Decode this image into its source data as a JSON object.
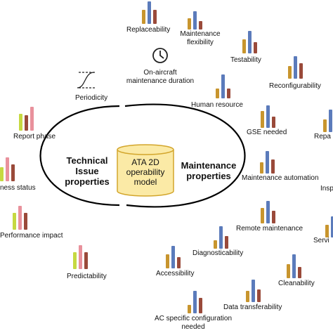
{
  "center": {
    "left_title": "Technical Issue properties",
    "right_title": "Maintenance properties",
    "model_lines": [
      "ATA 2D",
      "operability",
      "model"
    ]
  },
  "colors": {
    "olive": "#c8952e",
    "blue": "#5b7bbb",
    "brown": "#9a4a3a",
    "lime": "#c6d941",
    "pink": "#e9919c",
    "cylinder_fill": "#fbeaa6",
    "cylinder_stroke": "#d3a62c"
  },
  "left_items": [
    {
      "key": "periodicity",
      "label": "Periodicity",
      "icon": "s-curve-icon"
    },
    {
      "key": "report_phase",
      "label": "Report phase",
      "icon": "bar-chart-icon"
    },
    {
      "key": "readiness_status",
      "label": "ness status",
      "icon": "bar-chart-icon"
    },
    {
      "key": "performance_impact",
      "label": "Performance impact",
      "icon": "bar-chart-icon"
    },
    {
      "key": "predictability",
      "label": "Predictability",
      "icon": "bar-chart-icon"
    }
  ],
  "right_items": [
    {
      "key": "replaceability",
      "label": "Replaceability",
      "icon": "bar-chart-icon"
    },
    {
      "key": "maintenance_flexibility",
      "label": "Maintenance\nflexibility",
      "icon": "bar-chart-icon"
    },
    {
      "key": "testability",
      "label": "Testability",
      "icon": "bar-chart-icon"
    },
    {
      "key": "on_aircraft_duration",
      "label": "On-aircraft\nmaintenance duration",
      "icon": "clock-icon"
    },
    {
      "key": "reconfigurability",
      "label": "Reconfigurability",
      "icon": "bar-chart-icon"
    },
    {
      "key": "human_resource",
      "label": "Human resource",
      "icon": "bar-chart-icon"
    },
    {
      "key": "gse_needed",
      "label": "GSE needed",
      "icon": "bar-chart-icon"
    },
    {
      "key": "repairability",
      "label": "Repa",
      "icon": "bar-chart-icon"
    },
    {
      "key": "maintenance_automation",
      "label": "Maintenance automation",
      "icon": "bar-chart-icon"
    },
    {
      "key": "inspectability",
      "label": "Insp",
      "icon": "bar-chart-icon"
    },
    {
      "key": "remote_maintenance",
      "label": "Remote maintenance",
      "icon": "bar-chart-icon"
    },
    {
      "key": "serviceability",
      "label": "Servi",
      "icon": "bar-chart-icon"
    },
    {
      "key": "diagnosticability",
      "label": "Diagnosticability",
      "icon": "bar-chart-icon"
    },
    {
      "key": "accessibility",
      "label": "Accessibility",
      "icon": "bar-chart-icon"
    },
    {
      "key": "cleanability",
      "label": "Cleanability",
      "icon": "bar-chart-icon"
    },
    {
      "key": "data_transferability",
      "label": "Data transferability",
      "icon": "bar-chart-icon"
    },
    {
      "key": "ac_specific_configuration",
      "label": "AC specific configuration\nneeded",
      "icon": "bar-chart-icon"
    }
  ]
}
